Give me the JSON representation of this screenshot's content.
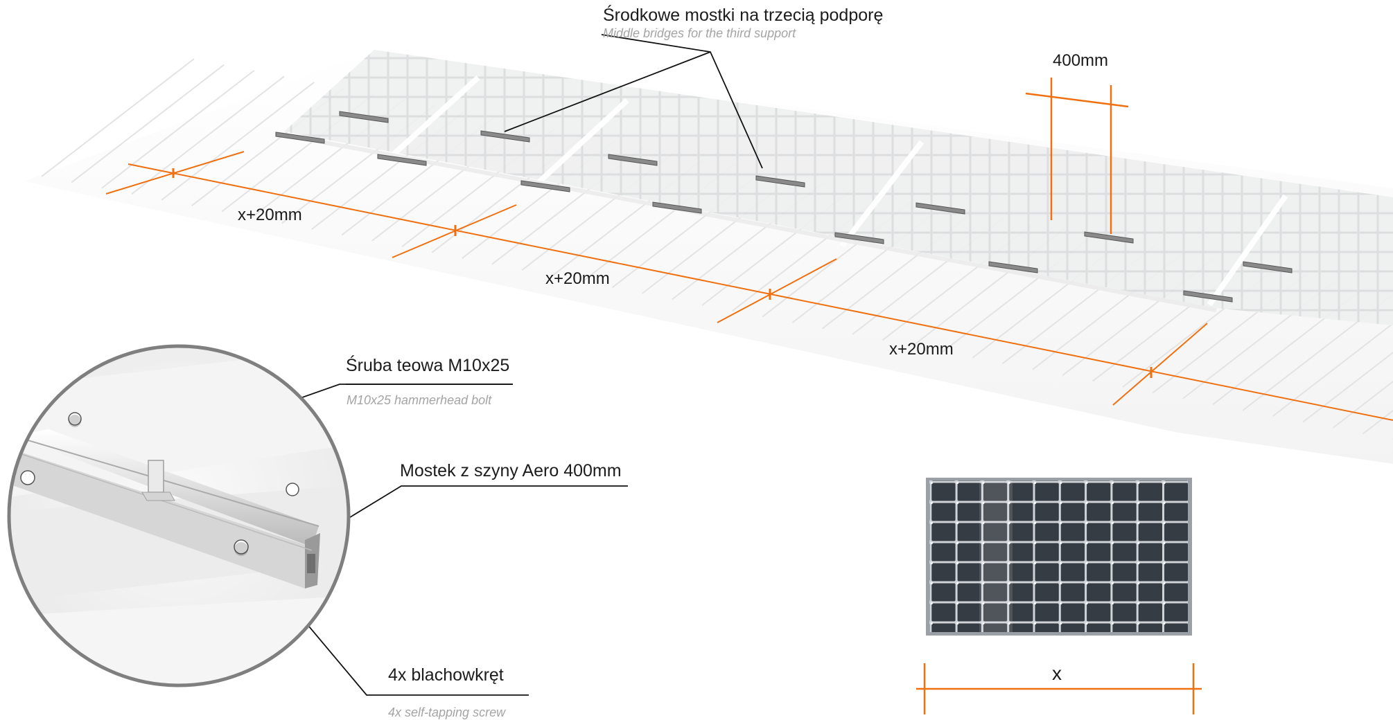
{
  "callouts": {
    "middle_bridges": {
      "title": "Środkowe mostki na trzecią podporę",
      "subtitle": "Middle bridges for the third support"
    },
    "bolt": {
      "title": "Śruba teowa M10x25",
      "subtitle": "M10x25  hammerhead bolt"
    },
    "rail_bridge": {
      "title": "Mostek z szyny Aero 400mm"
    },
    "screws": {
      "title": "4x blachowkręt",
      "subtitle": "4x self-tapping screw"
    }
  },
  "dimensions": {
    "bridge_length": "400mm",
    "spacing": [
      "x+20mm",
      "x+20mm",
      "x+20mm"
    ],
    "panel_width": "x"
  },
  "colors": {
    "dimension_line": "#f07010",
    "leader_line": "#111111",
    "panel_cell": "#333a40",
    "roof_sheet": "#f2f2f2"
  }
}
